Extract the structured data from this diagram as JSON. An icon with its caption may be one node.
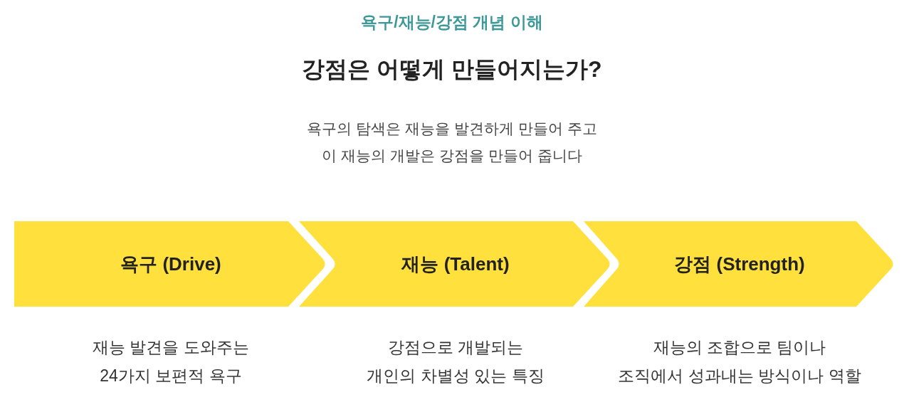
{
  "diagram": {
    "title": "강점은 어떻게 만들어지는가?",
    "nodes": [
      {
        "text": [
          "욕구 (Drive)"
        ],
        "beside": [
          "재능 발견을 도와주는 24가지 보편적 욕구"
        ]
      },
      {
        "text": [
          "재능 (Talent)"
        ],
        "beside": [
          "강점으로 개발되는 개인의 차별성 있는 특징"
        ]
      },
      {
        "text": [
          "강점 (Strength)"
        ],
        "beside": [
          "재능의 조합으로 팀이나 조직에서 성과내는 방식이나 역할"
        ]
      }
    ],
    "labels": [
      "욕구/재능/강점 개념 이해",
      "욕구의 탐색은 재능을 발견하게 만들어 주고 이 재능의 개발은 강점을 만들어 줍니다"
    ]
  }
}
